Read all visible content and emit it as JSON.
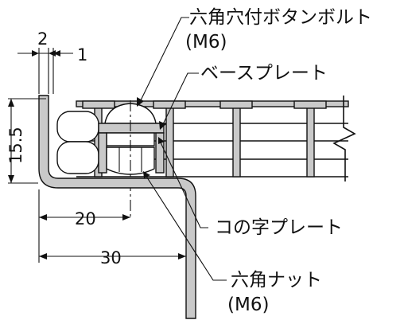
{
  "labels": {
    "hex_socket_bolt": "六角穴付ボタンボルト",
    "hex_socket_bolt_size": "(M6)",
    "base_plate": "ベースプレート",
    "u_plate": "コの字プレート",
    "hex_nut": "六角ナット",
    "hex_nut_size": "(M6)"
  },
  "dimensions": {
    "d2": "2",
    "d1": "1",
    "d15_5": "15.5",
    "d20": "20",
    "d30": "30"
  }
}
